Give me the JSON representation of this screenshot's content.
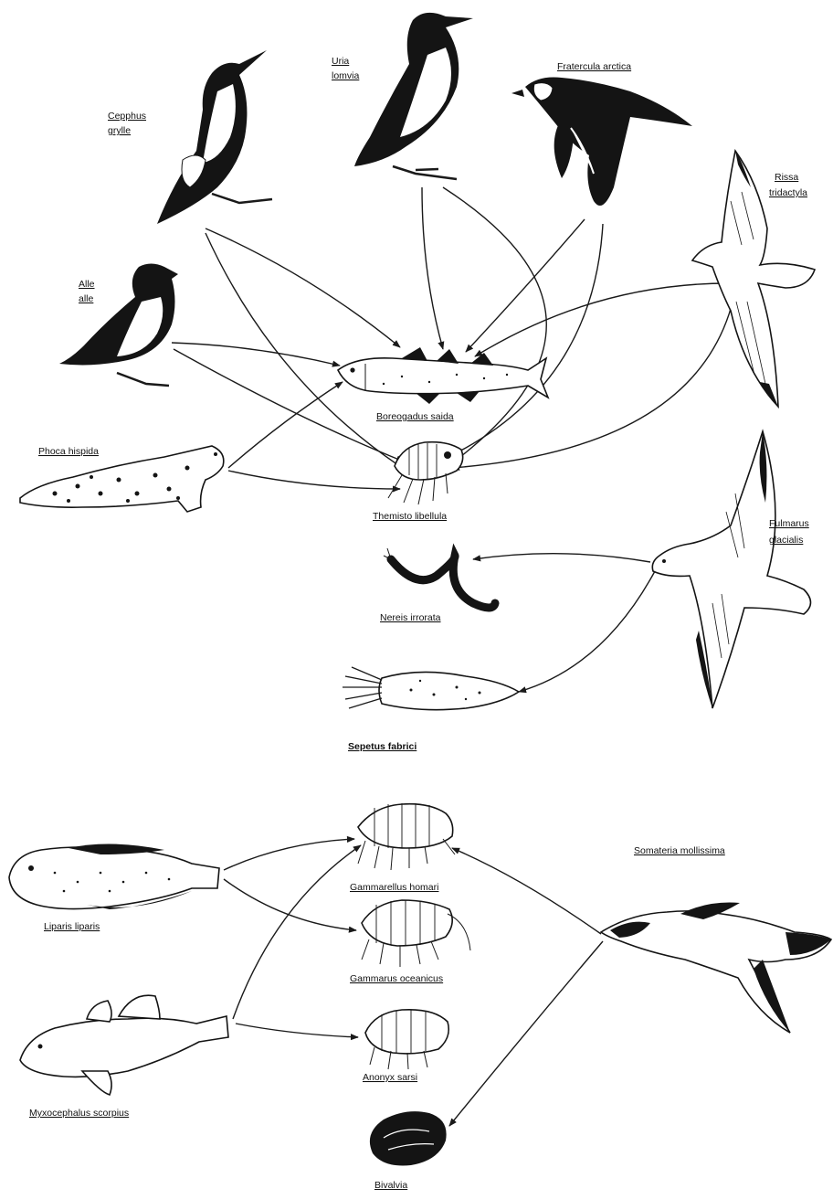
{
  "species": {
    "cepphus_grylle": [
      "Cepphus",
      "grylle"
    ],
    "uria_lomvia": [
      "Uria",
      "lomvia"
    ],
    "fratercula_arctica": "Fratercula arctica",
    "rissa_tridactyla": [
      "Rissa",
      "tridactyla"
    ],
    "alle_alle": [
      "Alle",
      "alle"
    ],
    "boreogadus_saida": "Boreogadus saida",
    "phoca_hispida": "Phoca hispida",
    "themisto_libellula": "Themisto libellula",
    "fulmarus_glacialis": [
      "Fulmarus",
      "glacialis"
    ],
    "nereis_irrorata": "Nereis irrorata",
    "sepetus_fabrici": "Sepetus fabrici",
    "liparis_liparis": "Liparis liparis",
    "gammarellus_homari": "Gammarellus homari",
    "somateria_mollissima": "Somateria mollissima",
    "gammarus_oceanicus": "Gammarus oceanicus",
    "anonyx_sarsi": "Anonyx sarsi",
    "myxocephalus_scorpius": "Myxocephalus scorpius",
    "bivalvia": "Bivalvia"
  },
  "links": [
    [
      "cepphus_grylle",
      "boreogadus_saida"
    ],
    [
      "cepphus_grylle",
      "themisto_libellula"
    ],
    [
      "uria_lomvia",
      "boreogadus_saida"
    ],
    [
      "uria_lomvia",
      "themisto_libellula"
    ],
    [
      "fratercula_arctica",
      "boreogadus_saida"
    ],
    [
      "fratercula_arctica",
      "themisto_libellula"
    ],
    [
      "rissa_tridactyla",
      "boreogadus_saida"
    ],
    [
      "rissa_tridactyla",
      "themisto_libellula"
    ],
    [
      "alle_alle",
      "boreogadus_saida"
    ],
    [
      "alle_alle",
      "themisto_libellula"
    ],
    [
      "phoca_hispida",
      "boreogadus_saida"
    ],
    [
      "phoca_hispida",
      "themisto_libellula"
    ],
    [
      "fulmarus_glacialis",
      "nereis_irrorata"
    ],
    [
      "fulmarus_glacialis",
      "sepetus_fabrici"
    ],
    [
      "liparis_liparis",
      "gammarellus_homari"
    ],
    [
      "liparis_liparis",
      "gammarus_oceanicus"
    ],
    [
      "myxocephalus_scorpius",
      "gammarellus_homari"
    ],
    [
      "myxocephalus_scorpius",
      "anonyx_sarsi"
    ],
    [
      "somateria_mollissima",
      "gammarellus_homari"
    ],
    [
      "somateria_mollissima",
      "bivalvia"
    ]
  ]
}
